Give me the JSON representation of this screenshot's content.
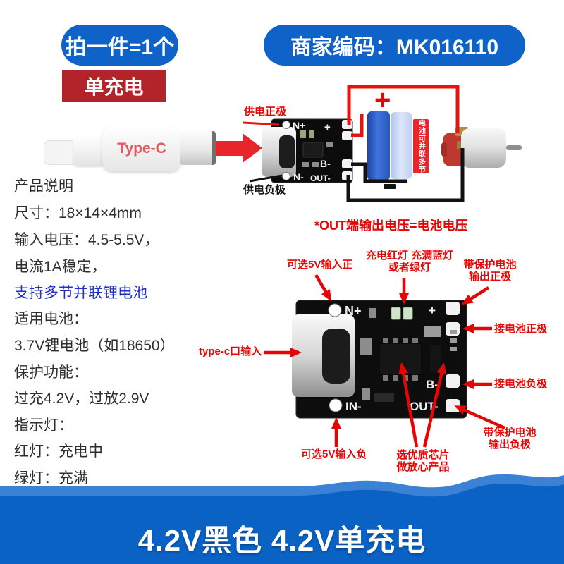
{
  "badges": {
    "quantity": "拍一件=1个",
    "merchant_code": "商家编码：MK016110",
    "mode": "单充电"
  },
  "cable": {
    "label": "Type-C"
  },
  "wiring_diagram": {
    "supply_positive": "供电正极",
    "supply_negative": "供电负极",
    "battery_note": "电池可并联多节",
    "plus": "+",
    "out_note": "*OUT端输出电压=电池电压",
    "board": {
      "n_plus": "N+",
      "plus": "+",
      "b_minus": "B-",
      "out_minus": "OUT-",
      "n_minus": "N-"
    }
  },
  "description": {
    "lines": [
      "产品说明",
      "尺寸：18×14×4mm",
      "输入电压：4.5-5.5V，",
      "电流1A稳定，",
      "支持多节并联锂电池",
      "适用电池：",
      "3.7V锂电池（如18650）",
      "保护功能：",
      "过充4.2V，过放2.9V",
      "指示灯：",
      "红灯：充电中",
      "绿灯：充满"
    ]
  },
  "main_diagram": {
    "labels": {
      "input_5v_pos": "可选5V输入正",
      "led_line1": "充电红灯 充满蓝灯",
      "led_line2": "或者绿灯",
      "protect_pos_line1": "带保护电池",
      "protect_pos_line2": "输出正极",
      "battery_pos": "接电池正极",
      "battery_neg": "接电池负极",
      "protect_neg_line1": "带保护电池",
      "protect_neg_line2": "输出负极",
      "typec_input": "type-c口输入",
      "input_5v_neg": "可选5V输入负",
      "chip_line1": "选优质芯片",
      "chip_line2": "做放心产品"
    },
    "board": {
      "n_plus": "N+",
      "plus": "+",
      "b_minus": "B-",
      "out_minus": "OUT-",
      "in_minus": "IN-"
    }
  },
  "banner": {
    "title": "4.2V黑色 4.2V单充电"
  },
  "colors": {
    "brand_blue": "#0f63c8",
    "badge_red": "#b2232a",
    "annotation_red": "#e60505",
    "link_blue": "#2230c3",
    "banner_blue": "#0a62c5",
    "banner_light_blue": "#3b82d6"
  }
}
